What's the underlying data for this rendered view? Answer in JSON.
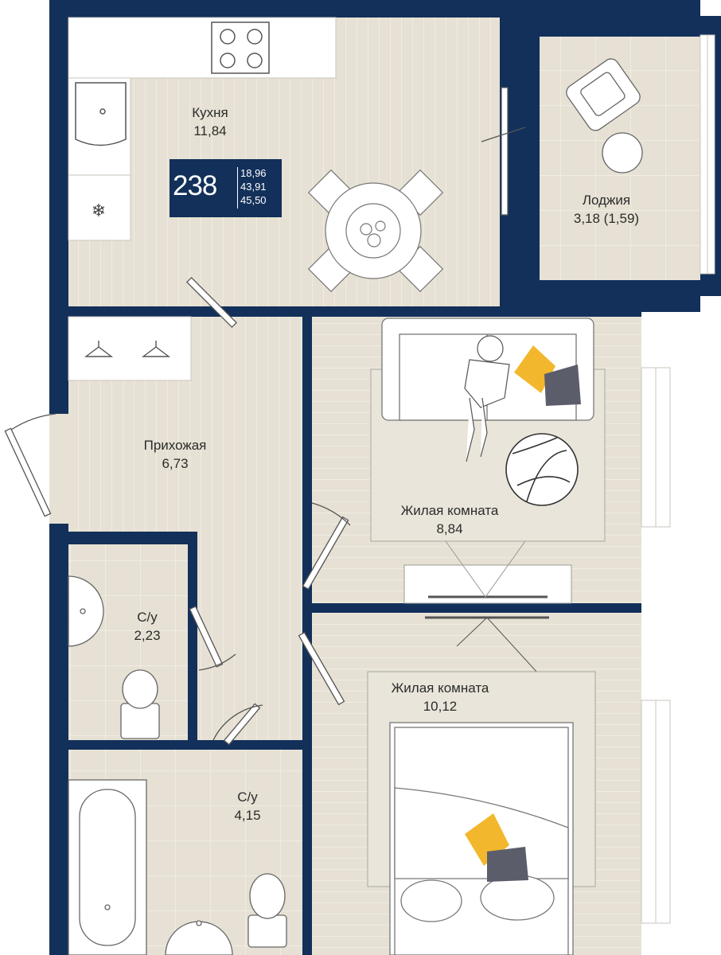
{
  "rooms": {
    "kitchen": {
      "name": "Кухня",
      "area": "11,84"
    },
    "loggia": {
      "name": "Лоджия",
      "area": "3,18 (1,59)"
    },
    "hallway": {
      "name": "Прихожая",
      "area": "6,73"
    },
    "living1": {
      "name": "Жилая комната",
      "area": "8,84"
    },
    "living2": {
      "name": "Жилая комната",
      "area": "10,12"
    },
    "bath1": {
      "name": "С/у",
      "area": "2,23"
    },
    "bath2": {
      "name": "С/у",
      "area": "4,15"
    }
  },
  "apartment": {
    "number": "238",
    "living_area": "18,96",
    "area_no_balcony": "43,91",
    "total_area": "45,50"
  },
  "colors": {
    "wall": "#12305a",
    "floor": "#e6e1d4",
    "rug": "#e9e5da",
    "furniture": "#ffffff",
    "accent_yellow": "#f3b72d",
    "accent_gray": "#5b5d6b"
  }
}
